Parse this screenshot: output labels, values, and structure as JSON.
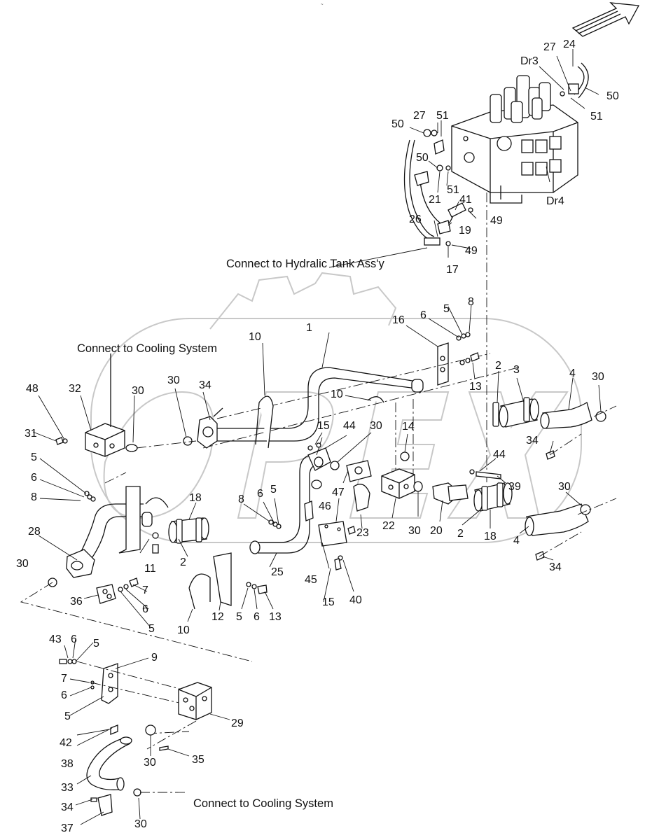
{
  "captions": {
    "hydraulic_tank": "Connect to Hydralic Tank Ass'y",
    "cooling_top": "Connect to Cooling System",
    "cooling_bottom": "Connect to Cooling System"
  },
  "watermark": "OPEX",
  "icons": {
    "direction_arrow": "direction-arrow-icon"
  },
  "callouts": [
    {
      "id": "c1",
      "text": "27"
    },
    {
      "id": "c2",
      "text": "24"
    },
    {
      "id": "c3",
      "text": "Dr3"
    },
    {
      "id": "c4",
      "text": "50"
    },
    {
      "id": "c5",
      "text": "51"
    },
    {
      "id": "c6",
      "text": "50"
    },
    {
      "id": "c7",
      "text": "27"
    },
    {
      "id": "c8",
      "text": "51"
    },
    {
      "id": "c9",
      "text": "50"
    },
    {
      "id": "c10",
      "text": "21"
    },
    {
      "id": "c11",
      "text": "51"
    },
    {
      "id": "c12",
      "text": "Dr4"
    },
    {
      "id": "c13",
      "text": "41"
    },
    {
      "id": "c14",
      "text": "26"
    },
    {
      "id": "c15",
      "text": "49"
    },
    {
      "id": "c16",
      "text": "19"
    },
    {
      "id": "c17",
      "text": "49"
    },
    {
      "id": "c18",
      "text": "17"
    },
    {
      "id": "c19",
      "text": "5"
    },
    {
      "id": "c20",
      "text": "8"
    },
    {
      "id": "c21",
      "text": "6"
    },
    {
      "id": "c22",
      "text": "16"
    },
    {
      "id": "c23",
      "text": "1"
    },
    {
      "id": "c24",
      "text": "10"
    },
    {
      "id": "c25",
      "text": "48"
    },
    {
      "id": "c26",
      "text": "32"
    },
    {
      "id": "c27",
      "text": "30"
    },
    {
      "id": "c28",
      "text": "30"
    },
    {
      "id": "c29",
      "text": "34"
    },
    {
      "id": "c30",
      "text": "10"
    },
    {
      "id": "c31",
      "text": "13"
    },
    {
      "id": "c32",
      "text": "2"
    },
    {
      "id": "c33",
      "text": "3"
    },
    {
      "id": "c34",
      "text": "4"
    },
    {
      "id": "c35",
      "text": "30"
    },
    {
      "id": "c36",
      "text": "31"
    },
    {
      "id": "c37",
      "text": "15"
    },
    {
      "id": "c38",
      "text": "44"
    },
    {
      "id": "c39",
      "text": "30"
    },
    {
      "id": "c40",
      "text": "14"
    },
    {
      "id": "c41",
      "text": "34"
    },
    {
      "id": "c42",
      "text": "5"
    },
    {
      "id": "c43",
      "text": "6"
    },
    {
      "id": "c44",
      "text": "8"
    },
    {
      "id": "c45",
      "text": "44"
    },
    {
      "id": "c46",
      "text": "47"
    },
    {
      "id": "c47",
      "text": "46"
    },
    {
      "id": "c48",
      "text": "39"
    },
    {
      "id": "c49",
      "text": "30"
    },
    {
      "id": "c50",
      "text": "18"
    },
    {
      "id": "c51",
      "text": "8"
    },
    {
      "id": "c52",
      "text": "6"
    },
    {
      "id": "c53",
      "text": "5"
    },
    {
      "id": "c54",
      "text": "28"
    },
    {
      "id": "c55",
      "text": "23"
    },
    {
      "id": "c56",
      "text": "22"
    },
    {
      "id": "c57",
      "text": "30"
    },
    {
      "id": "c58",
      "text": "20"
    },
    {
      "id": "c59",
      "text": "2"
    },
    {
      "id": "c60",
      "text": "18"
    },
    {
      "id": "c61",
      "text": "4"
    },
    {
      "id": "c62",
      "text": "2"
    },
    {
      "id": "c63",
      "text": "11"
    },
    {
      "id": "c64",
      "text": "25"
    },
    {
      "id": "c65",
      "text": "45"
    },
    {
      "id": "c66",
      "text": "34"
    },
    {
      "id": "c67",
      "text": "30"
    },
    {
      "id": "c68",
      "text": "7"
    },
    {
      "id": "c69",
      "text": "36"
    },
    {
      "id": "c70",
      "text": "6"
    },
    {
      "id": "c71",
      "text": "15"
    },
    {
      "id": "c72",
      "text": "40"
    },
    {
      "id": "c73",
      "text": "12"
    },
    {
      "id": "c74",
      "text": "5"
    },
    {
      "id": "c75",
      "text": "6"
    },
    {
      "id": "c76",
      "text": "13"
    },
    {
      "id": "c77",
      "text": "5"
    },
    {
      "id": "c78",
      "text": "10"
    },
    {
      "id": "c79",
      "text": "43"
    },
    {
      "id": "c80",
      "text": "6"
    },
    {
      "id": "c81",
      "text": "5"
    },
    {
      "id": "c82",
      "text": "9"
    },
    {
      "id": "c83",
      "text": "7"
    },
    {
      "id": "c84",
      "text": "6"
    },
    {
      "id": "c85",
      "text": "5"
    },
    {
      "id": "c86",
      "text": "29"
    },
    {
      "id": "c87",
      "text": "42"
    },
    {
      "id": "c88",
      "text": "38"
    },
    {
      "id": "c89",
      "text": "30"
    },
    {
      "id": "c90",
      "text": "35"
    },
    {
      "id": "c91",
      "text": "33"
    },
    {
      "id": "c92",
      "text": "34"
    },
    {
      "id": "c93",
      "text": "37"
    },
    {
      "id": "c94",
      "text": "30"
    }
  ]
}
